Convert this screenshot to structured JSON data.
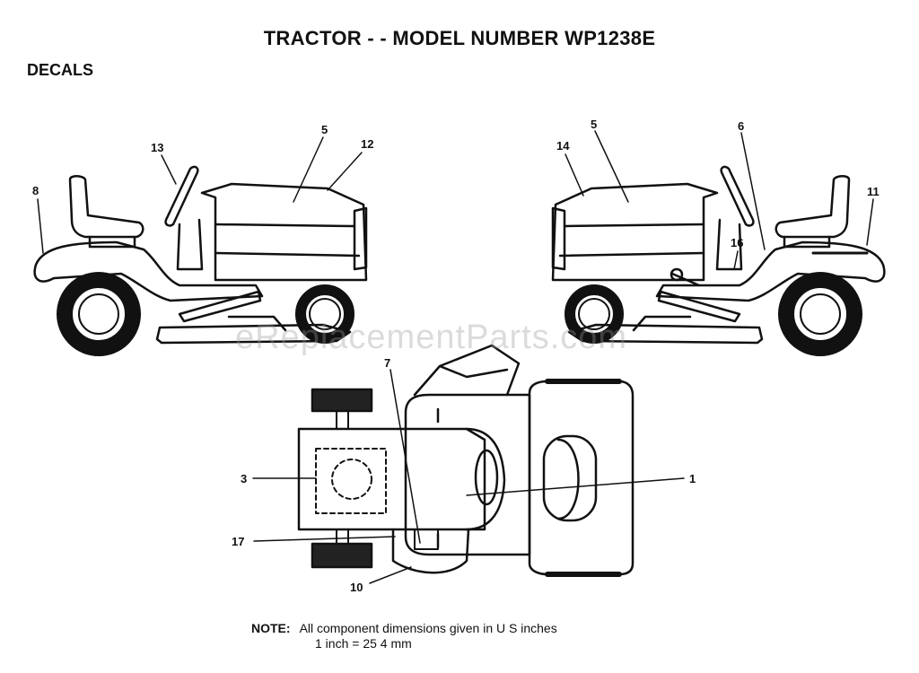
{
  "header": {
    "title": "TRACTOR - - MODEL NUMBER WP1238E",
    "section": "DECALS"
  },
  "callouts": {
    "c1": "1",
    "c3": "3",
    "c5a": "5",
    "c5b": "5",
    "c6": "6",
    "c7": "7",
    "c8": "8",
    "c10": "10",
    "c11": "11",
    "c12": "12",
    "c13": "13",
    "c14": "14",
    "c16": "16",
    "c17": "17"
  },
  "note": {
    "label": "NOTE:",
    "line1": "All component dimensions given in U S  inches",
    "line2": "1 inch = 25 4 mm"
  },
  "watermark": "eReplacementParts.com"
}
